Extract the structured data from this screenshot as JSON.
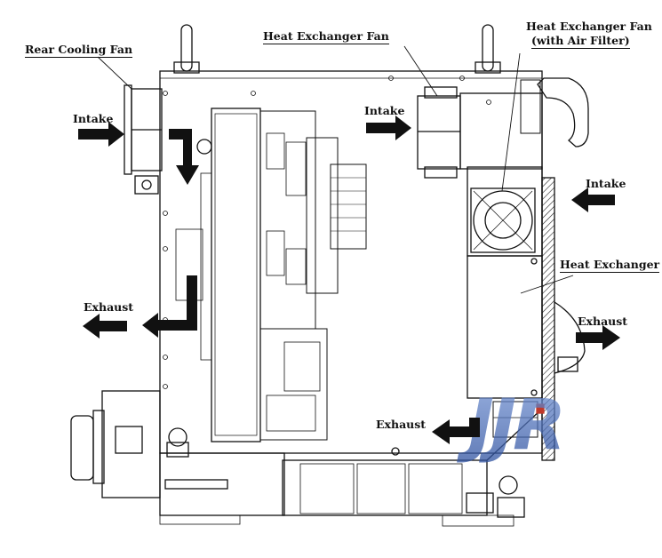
{
  "labels": {
    "rear_cooling_fan": "Rear Cooling Fan",
    "heat_exchanger_fan": "Heat Exchanger Fan",
    "heat_exchanger_fan_filter": "Heat Exchanger Fan",
    "with_air_filter": "(with Air Filter)",
    "heat_exchanger": "Heat Exchanger",
    "intake_left": "Intake",
    "intake_mid": "Intake",
    "intake_right": "Intake",
    "exhaust_left": "Exhaust",
    "exhaust_bottom": "Exhaust",
    "exhaust_right": "Exhaust"
  },
  "watermark": {
    "text": "JJR",
    "color": "#3b63b0"
  },
  "colors": {
    "line": "#111111",
    "arrow": "#111111",
    "background": "#ffffff"
  }
}
